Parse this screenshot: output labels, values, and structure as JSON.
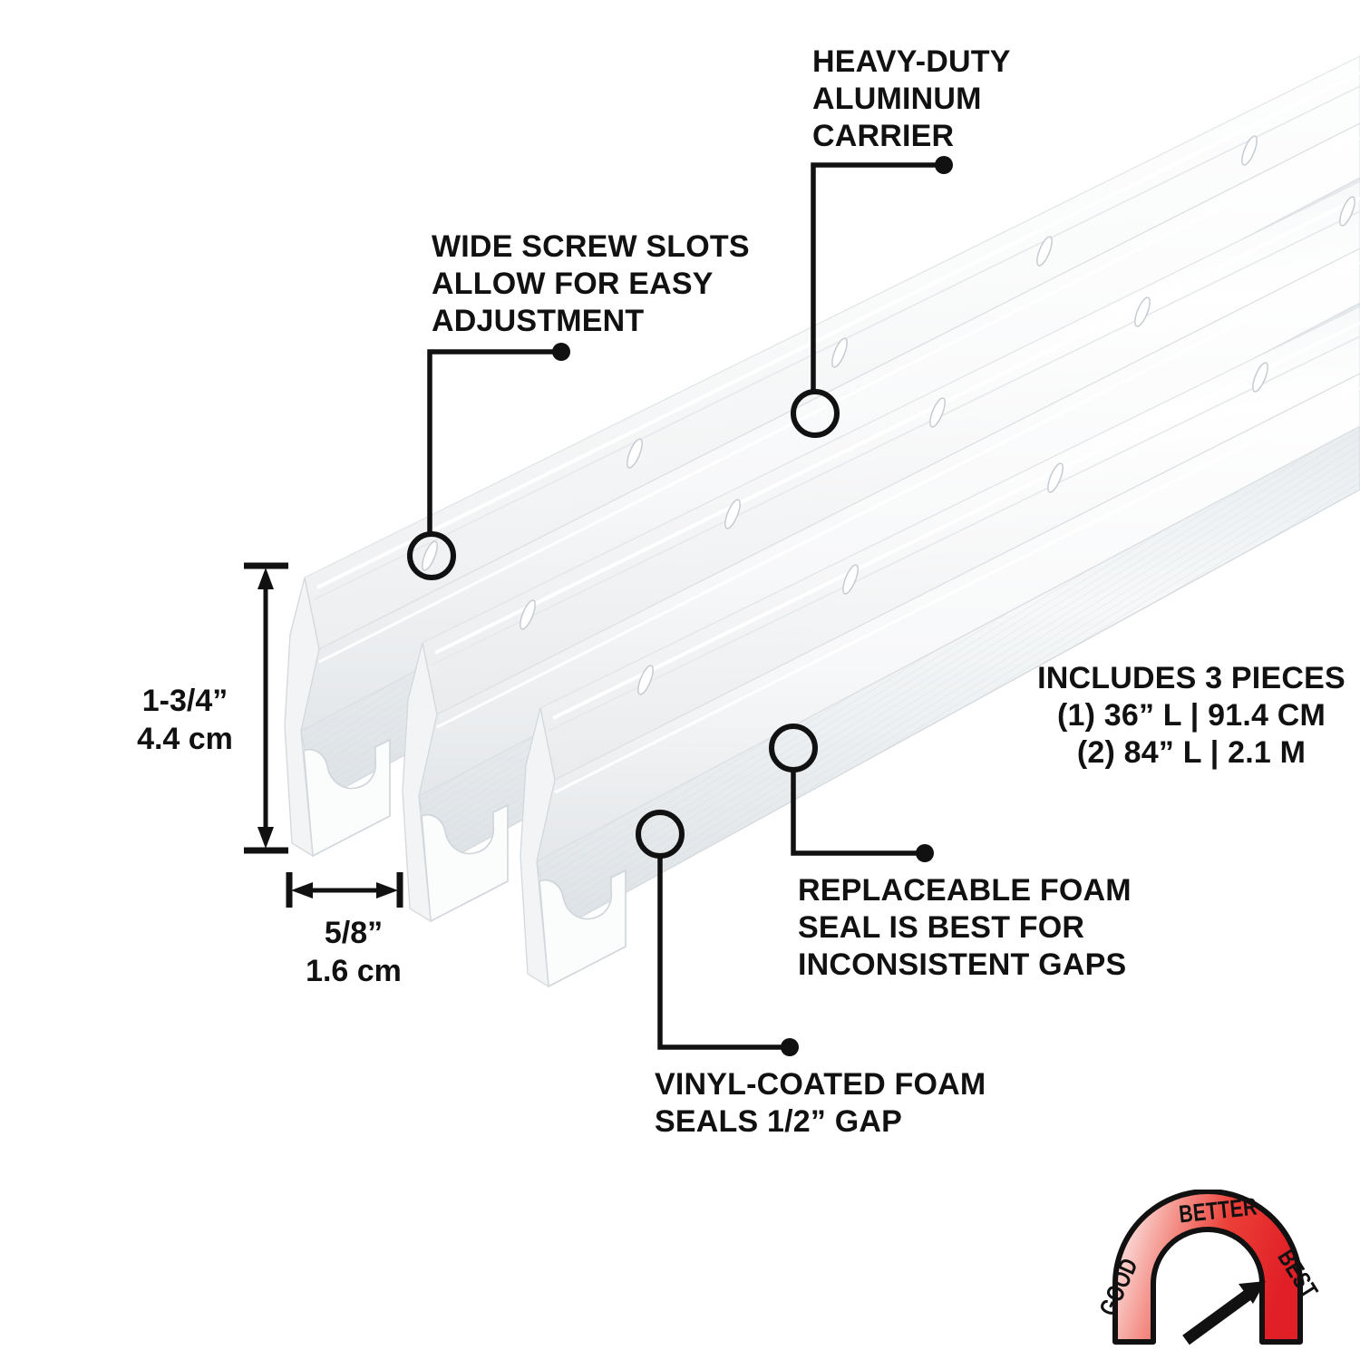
{
  "page": {
    "background": "#ffffff",
    "ink": "#111111",
    "accent_red": "#e8262b",
    "product_white": "#fdfdfd",
    "product_shadow": "#e2e4e6"
  },
  "callouts": [
    {
      "id": "heavy-duty-aluminum-carrier",
      "text": "HEAVY-DUTY\nALUMINUM\nCARRIER",
      "marker": "circle",
      "leader": "dot-right-then-down"
    },
    {
      "id": "wide-screw-slots",
      "text": "WIDE SCREW SLOTS\nALLOW FOR EASY\nADJUSTMENT",
      "marker": "circle",
      "leader": "dot-right-then-down"
    },
    {
      "id": "includes-3-pieces",
      "text": "INCLUDES 3 PIECES\n(1) 36” L | 91.4 cm\n(2) 84” L | 2.1 m",
      "marker": "none",
      "leader": "none"
    },
    {
      "id": "replaceable-foam-seal",
      "text": "REPLACEABLE FOAM\nSEAL IS BEST FOR\nINCONSISTENT GAPS",
      "marker": "circle",
      "leader": "circle-down-then-right-dot"
    },
    {
      "id": "vinyl-coated-foam",
      "text": "VINYL-COATED FOAM\nSEALS 1/2” GAP",
      "marker": "circle",
      "leader": "circle-down-then-right-dot"
    }
  ],
  "dimensions": {
    "height": {
      "label": "1-3/4”\n4.4 cm",
      "imperial": "1-3/4”",
      "metric": "4.4 cm",
      "orientation": "vertical"
    },
    "width": {
      "label": "5/8”\n1.6 cm",
      "imperial": "5/8”",
      "metric": "1.6 cm",
      "orientation": "horizontal"
    }
  },
  "pieces": {
    "heading": "INCLUDES 3 PIECES",
    "line_1": "(1) 36” L | 91.4 cm",
    "line_2": "(2) 84” L | 2.1 m",
    "count": 3
  },
  "gauge": {
    "name": "good-better-best-meter",
    "labels": [
      "GOOD",
      "BETTER",
      "BEST"
    ],
    "good": "GOOD",
    "better": "BETTER",
    "best": "BEST",
    "needle_points_to": "BEST",
    "fill_color": "#e8262b",
    "outline_color": "#111111"
  },
  "product": {
    "name": "aluminum-door-sweep",
    "piece_count": 3,
    "finish": "white",
    "features": [
      "screw slots",
      "aluminum carrier",
      "vinyl-coated foam seal"
    ]
  }
}
